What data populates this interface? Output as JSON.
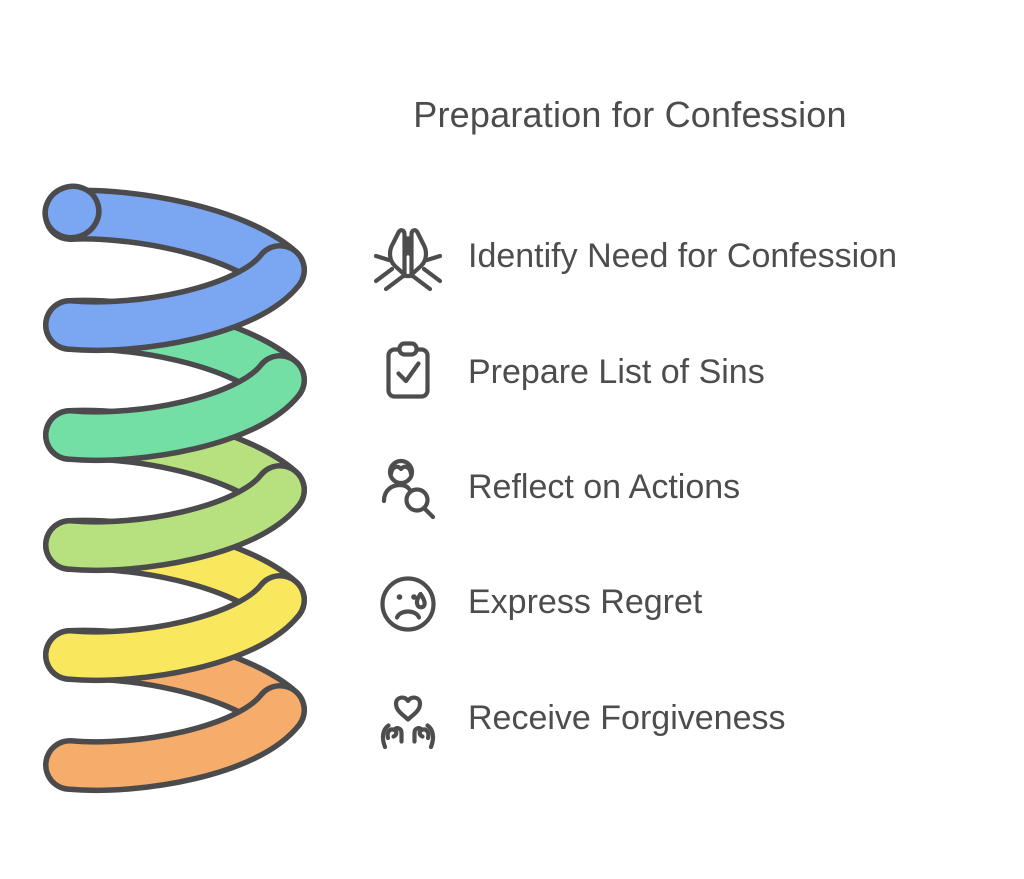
{
  "title": "Preparation for Confession",
  "steps": [
    {
      "label": "Identify Need for Confession",
      "icon": "praying-hands-icon"
    },
    {
      "label": "Prepare List of Sins",
      "icon": "clipboard-check-icon"
    },
    {
      "label": "Reflect on Actions",
      "icon": "person-magnifier-icon"
    },
    {
      "label": "Express Regret",
      "icon": "sad-face-tear-icon"
    },
    {
      "label": "Receive Forgiveness",
      "icon": "hands-holding-heart-icon"
    }
  ],
  "spiral": {
    "turns": 5,
    "outline_color": "#4b4b4d",
    "segment_colors": [
      "#7ba6f2",
      "#74dfa4",
      "#b7e07e",
      "#f9e85d",
      "#f6ad6b"
    ]
  },
  "text_color": "#4d4d4d",
  "background": "#ffffff"
}
